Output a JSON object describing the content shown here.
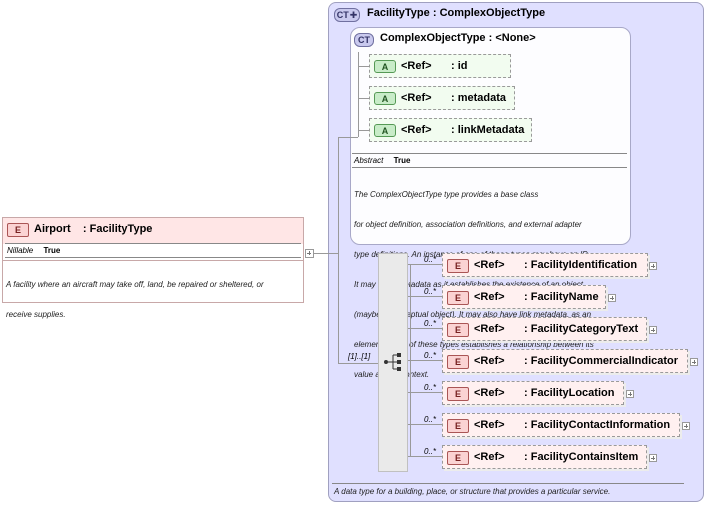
{
  "facility_type": {
    "badge": "CT",
    "title": "FacilityType",
    "sep": ":",
    "base": "ComplexObjectType",
    "description": "A data type for a building, place, or structure that provides a particular service."
  },
  "complex_object_type": {
    "badge": "CT",
    "title": "ComplexObjectType",
    "sep": ":",
    "base": "<None>",
    "attributes": [
      {
        "badge": "A",
        "ref": "<Ref>",
        "name": ": id"
      },
      {
        "badge": "A",
        "ref": "<Ref>",
        "name": ": metadata"
      },
      {
        "badge": "A",
        "ref": "<Ref>",
        "name": ": linkMetadata"
      }
    ],
    "abstract_label": "Abstract",
    "abstract_value": "True",
    "description_lines": [
      "The ComplexObjectType type provides a base class",
      "for object definition, association definitions, and external adapter",
      "type definitions. An instance of one of these types may have an ID.",
      "It may have metadata as it establishes the existence of an object",
      "(maybe a conceptual object). It may also have link metadata, as an",
      "element of one of these types establishes a relationship between its",
      "value and its context."
    ]
  },
  "airport": {
    "badge": "E",
    "name": "Airport",
    "sep": ":",
    "type": "FacilityType",
    "nillable_label": "Nillable",
    "nillable_value": "True",
    "description_lines": [
      "A facility where an aircraft may take off, land, be repaired or sheltered, or",
      "receive supplies."
    ]
  },
  "sequence": {
    "multiplicity": "[1]..[1]",
    "elements": [
      {
        "mult": "0..*",
        "badge": "E",
        "ref": "<Ref>",
        "name": ": FacilityIdentification"
      },
      {
        "mult": "0..*",
        "badge": "E",
        "ref": "<Ref>",
        "name": ": FacilityName"
      },
      {
        "mult": "0..*",
        "badge": "E",
        "ref": "<Ref>",
        "name": ": FacilityCategoryText"
      },
      {
        "mult": "0..*",
        "badge": "E",
        "ref": "<Ref>",
        "name": ": FacilityCommercialIndicator"
      },
      {
        "mult": "0..*",
        "badge": "E",
        "ref": "<Ref>",
        "name": ": FacilityLocation"
      },
      {
        "mult": "0..*",
        "badge": "E",
        "ref": "<Ref>",
        "name": ": FacilityContactInformation"
      },
      {
        "mult": "0..*",
        "badge": "E",
        "ref": "<Ref>",
        "name": ": FacilityContainsItem"
      }
    ]
  }
}
